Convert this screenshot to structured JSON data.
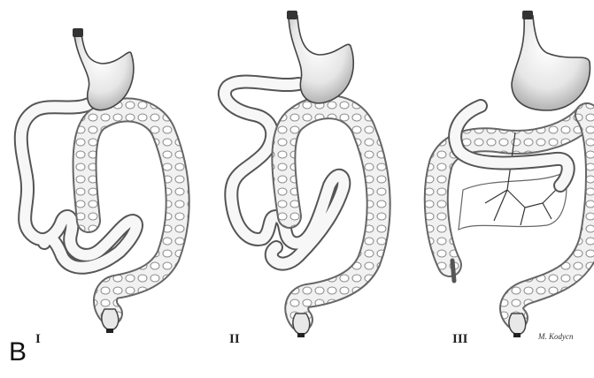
{
  "figure": {
    "panel_letter": "B",
    "panels": [
      {
        "numeral": "I"
      },
      {
        "numeral": "II"
      },
      {
        "numeral": "III"
      }
    ],
    "signature": "M. Kodycn"
  }
}
